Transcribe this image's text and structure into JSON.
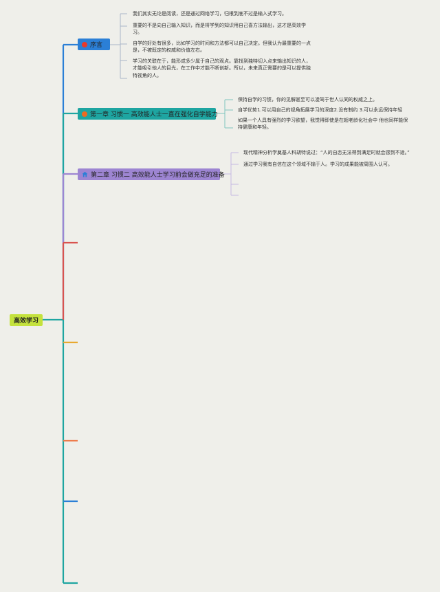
{
  "root": {
    "label": "高效学习"
  },
  "branches": [
    {
      "label": "序言",
      "icon": "red-circle-icon",
      "color": "#2b7fd6",
      "leaves": [
        "我们其实无论是阅读，还是通过网络学习，归根到底不过是输入式学习。",
        "重要的不是向自己输入知识，而是将学到的知识用自己喜方法输出，这才是高效学习。",
        "自学的好处有很多，比如学习的时间和方法都可以自己决定。但我认为最重要的一点是，不被既定的权威和价值左右。",
        "学习的关联在于，能形成多少属于自己的观点。靠找到独特切入点来输出知识的人，才能吸引他人的目光，在工作中才能不断创新。所以，未来真正需要的是可以提供独特视角的人。"
      ]
    },
    {
      "label": "第一章 习惯一 高效能人士一直在强化自学能力",
      "icon": "orange-circle-icon",
      "color": "#1ea5a1",
      "leaves": [
        "保持自学的习惯，你的见解甚至可以凌驾于世人认同的权威之上。",
        "自学优势1.可以用自己的视角拓展学习的深度2.没有制约 3.可以永远保持年轻",
        "如果一个人具有强烈的学习欲望，我觉得即使是在超老龄化社会中 他也同样能保持健康和年轻。"
      ]
    },
    {
      "label": "第二章 习惯二 高效能人士学习前会做充足的准备",
      "icon": "home-icon",
      "color": "#9d85d2",
      "leaves": [
        "现代精神分析学奠基人科胡特说过：“人的自恋无法得到满足时就会感到不适。”",
        "通过学习我有自信在这个领域不输于人。学习的成果能被周围人认可。",
        "",
        ""
      ]
    }
  ],
  "stub_colors": [
    "#d9534f",
    "#e8a82f",
    "#ee7c4c",
    "#2b7fd6",
    "#1ea5a1"
  ],
  "colors": {
    "background": "#efefea",
    "root": "#c4e23d",
    "trunk": "#1ea5a1"
  }
}
